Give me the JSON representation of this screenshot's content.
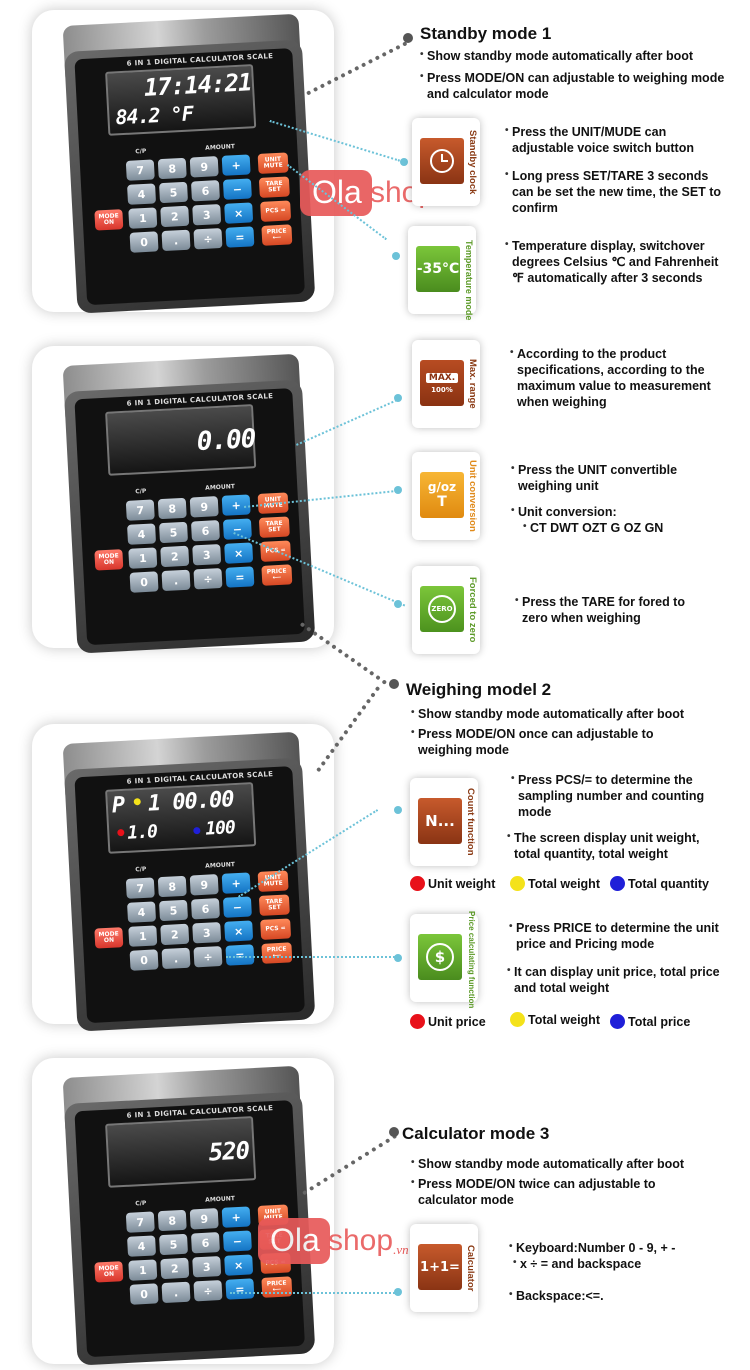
{
  "device": {
    "brand": "6 IN 1 DIGITAL CALCULATOR SCALE",
    "cp_label": "C/P",
    "amount_label": "AMOUNT",
    "keys": [
      "7",
      "8",
      "9",
      "+",
      "4",
      "5",
      "6",
      "−",
      "1",
      "2",
      "3",
      "×",
      "0",
      ".",
      "÷",
      "="
    ],
    "unit_key": "UNIT MUTE",
    "tare_key": "TARE SET",
    "pcs_key": "PCS =",
    "price_key": "PRICE ⟵",
    "mode_key": "MODE ON"
  },
  "displays": {
    "standby_top": "17:14:21",
    "standby_bottom": "84.2 °F",
    "weigh": "0.00",
    "count_p": "P",
    "count_top": "1 00.00",
    "count_left": "1.0",
    "count_right": "100",
    "calc": "520"
  },
  "watermark": {
    "ola": "Ola",
    "shop": "shop",
    "vn": ".vn"
  },
  "standby": {
    "title": "Standby mode 1",
    "bullets": [
      "Show standby mode automatically after boot",
      "Press MODE/ON can adjustable to weighing mode and calculator mode"
    ],
    "clock_label": "Standby clock",
    "clock_bullets": [
      "Press the UNIT/MUDE can adjustable voice switch button",
      "Long press SET/TARE 3 seconds can be set the new time, the SET to confirm"
    ],
    "temp_tile": "-35°C",
    "temp_label": "Temperature mode",
    "temp_text": "Temperature display, switchover degrees Celsius ℃ and Fahrenheit ℉ automatically after 3 seconds"
  },
  "weigh_features": {
    "max_tile_top": "MAX.",
    "max_tile_bottom": "100%",
    "max_label": "Max. range",
    "max_text": "According to the product specifications, according to the maximum value to measurement when weighing",
    "unit_tile_top": "g/oz",
    "unit_tile_bottom": "T",
    "unit_label": "Unit conversion",
    "unit_bullets": [
      "Press the UNIT convertible weighing unit",
      "Unit conversion:"
    ],
    "unit_list": "CT  DWT OZT  G  OZ  GN",
    "zero_tile": "ZERO",
    "zero_label": "Forced to zero",
    "zero_text": "Press the TARE for fored to zero when weighing"
  },
  "weighing": {
    "title": "Weighing model 2",
    "bullets": [
      "Show standby mode automatically after boot",
      "Press MODE/ON once can adjustable to weighing mode"
    ],
    "count_tile": "N...",
    "count_label": "Count function",
    "count_bullets": [
      "Press PCS/= to determine the sampling number and counting mode",
      "The screen display unit weight, total quantity, total weight"
    ],
    "count_legend": [
      "Unit weight",
      "Total weight",
      "Total quantity"
    ],
    "price_tile": "$",
    "price_label": "Price calculating function",
    "price_bullets": [
      "Press PRICE to determine the unit price and Pricing mode",
      "It can display unit price, total price and total weight"
    ],
    "price_legend": [
      "Unit price",
      "Total weight",
      "Total price"
    ]
  },
  "calculator": {
    "title": "Calculator mode 3",
    "bullets": [
      "Show standby mode automatically after boot",
      "Press MODE/ON twice can adjustable to calculator mode"
    ],
    "tile": "1+1=",
    "label": "Calculator",
    "key_bullets": [
      "Keyboard:Number 0 - 9, +  -",
      "x  ÷  =  and backspace",
      "Backspace:<=."
    ]
  },
  "colors": {
    "red": "#e8111a",
    "yellow": "#f4e21a",
    "blue": "#1f1fd8",
    "clock": "#a8421c",
    "temp": "#5ea62c",
    "unit": "#f2a11c",
    "zero": "#63ad2d",
    "label_green": "#5c9a28",
    "label_brown": "#8a3a14",
    "label_orange": "#e08a1a"
  }
}
